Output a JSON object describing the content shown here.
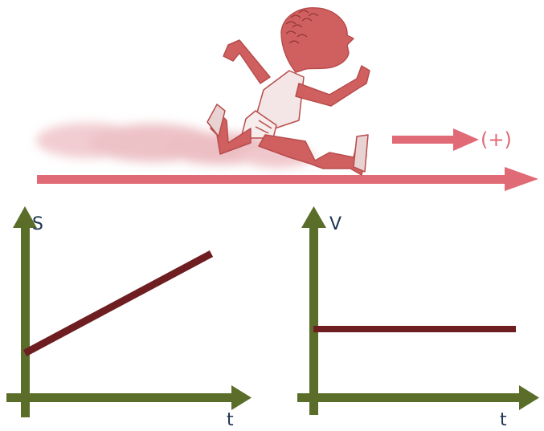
{
  "illustration": {
    "subject": "running-figure",
    "direction_label": "(+)",
    "colors": {
      "figure": "#d06060",
      "arrow": "#e06070",
      "dust": "#eab8be"
    }
  },
  "graphs": {
    "axis_color": "#5a6e2a",
    "line_color": "#6e1e20",
    "label_color": "#1f3550",
    "left": {
      "y_label": "S",
      "x_label": "t"
    },
    "right": {
      "y_label": "V",
      "x_label": "t"
    }
  },
  "chart_data": [
    {
      "type": "line",
      "title": "",
      "xlabel": "t",
      "ylabel": "S",
      "x": [
        0,
        1
      ],
      "series": [
        {
          "values": [
            0.35,
            1.0
          ]
        }
      ]
    },
    {
      "type": "line",
      "title": "",
      "xlabel": "t",
      "ylabel": "V",
      "x": [
        0,
        1
      ],
      "series": [
        {
          "values": [
            0.5,
            0.5
          ]
        }
      ]
    }
  ]
}
